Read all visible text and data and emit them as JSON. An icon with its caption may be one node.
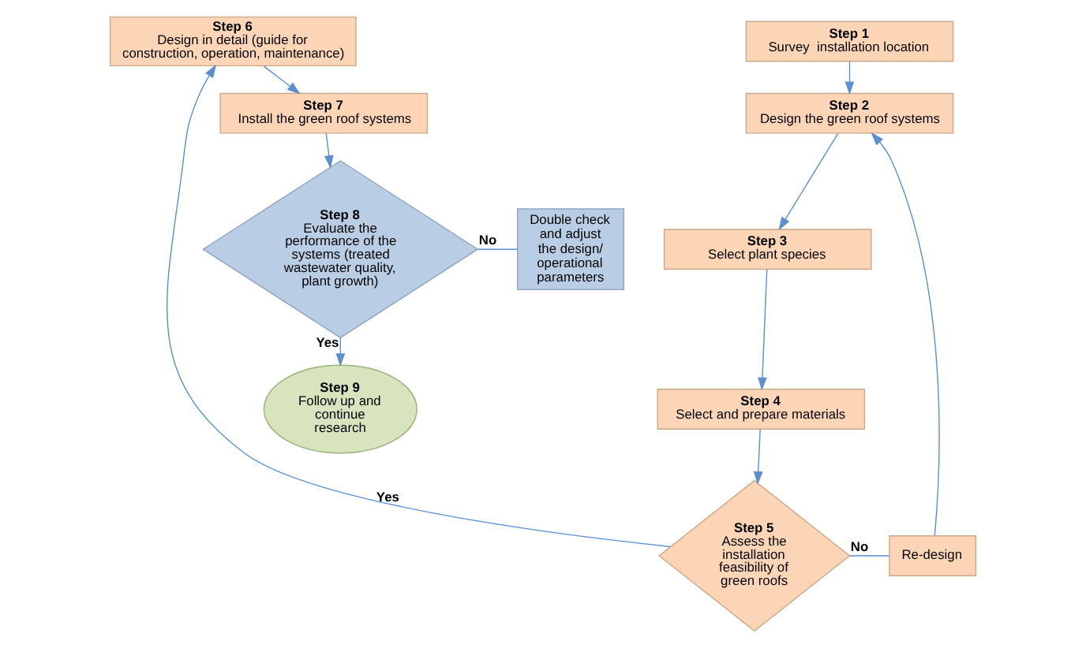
{
  "diagram": {
    "nodes": [
      {
        "text": [
          "Step 1",
          "Survey  installation location"
        ]
      },
      {
        "text": [
          "Step 2",
          "Design the green roof systems"
        ]
      },
      {
        "text": [
          "Step 3",
          "Select plant species"
        ]
      },
      {
        "text": [
          "Step 4",
          "Select and prepare materials"
        ]
      },
      {
        "text": [
          "Step 5",
          "Assess the installation feasibility of green roofs"
        ]
      },
      {
        "text": [
          "Re-design"
        ]
      },
      {
        "text": [
          "Step 6",
          "Design in detail (guide for construction, operation, maintenance)"
        ]
      },
      {
        "text": [
          "Step 7",
          "Install the green roof systems"
        ]
      },
      {
        "text": [
          "Step 8",
          "Evaluate the performance of the systems (treated wastewater quality, plant growth)"
        ]
      },
      {
        "text": [
          "Double check and adjust the design/ operational parameters"
        ]
      },
      {
        "text": [
          "Step 9",
          "Follow up and continue research"
        ]
      }
    ],
    "edges": [
      {
        "from": 0,
        "to": 1,
        "arrow": "to"
      },
      {
        "from": 1,
        "to": 2,
        "arrow": "to"
      },
      {
        "from": 2,
        "to": 3,
        "arrow": "to"
      },
      {
        "from": 3,
        "to": 4,
        "arrow": "to"
      },
      {
        "from": 4,
        "to": 5,
        "arrow": "none",
        "label": "No"
      },
      {
        "from": 5,
        "to": 1,
        "arrow": "to"
      },
      {
        "from": 4,
        "to": 6,
        "arrow": "to",
        "label": "Yes"
      },
      {
        "from": 6,
        "to": 7,
        "arrow": "to"
      },
      {
        "from": 7,
        "to": 8,
        "arrow": "to"
      },
      {
        "from": 8,
        "to": 9,
        "arrow": "none",
        "label": "No"
      },
      {
        "from": 8,
        "to": 10,
        "arrow": "to",
        "label": "Yes"
      }
    ]
  }
}
